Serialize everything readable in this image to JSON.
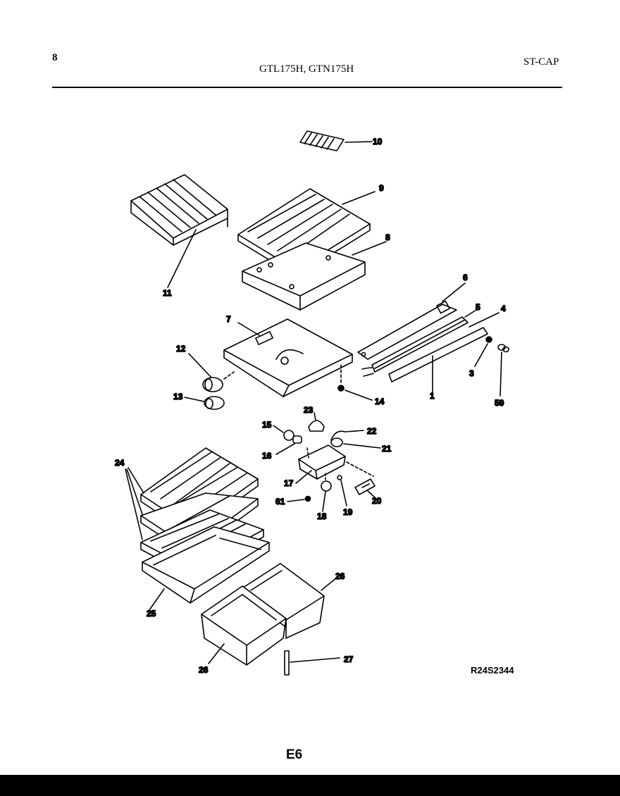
{
  "header": {
    "page_number": "8",
    "models": "GTL175H, GTN175H",
    "section_code": "ST-CAP"
  },
  "footer": {
    "reference_code": "R24S2344",
    "page_code": "E6"
  },
  "callouts": {
    "c1": "1",
    "c3": "3",
    "c4": "4",
    "c5": "5",
    "c6": "6",
    "c7": "7",
    "c8": "8",
    "c9": "9",
    "c10": "10",
    "c11": "11",
    "c12": "12",
    "c13": "13",
    "c14": "14",
    "c15": "15",
    "c16": "16",
    "c17": "17",
    "c18": "18",
    "c19": "19",
    "c20": "20",
    "c21": "21",
    "c22": "22",
    "c23": "23",
    "c24": "24",
    "c25": "25",
    "c26a": "26",
    "c26b": "26",
    "c27": "27",
    "c59": "59",
    "c61": "61"
  },
  "colors": {
    "ink": "#000000",
    "paper": "#ffffff"
  }
}
